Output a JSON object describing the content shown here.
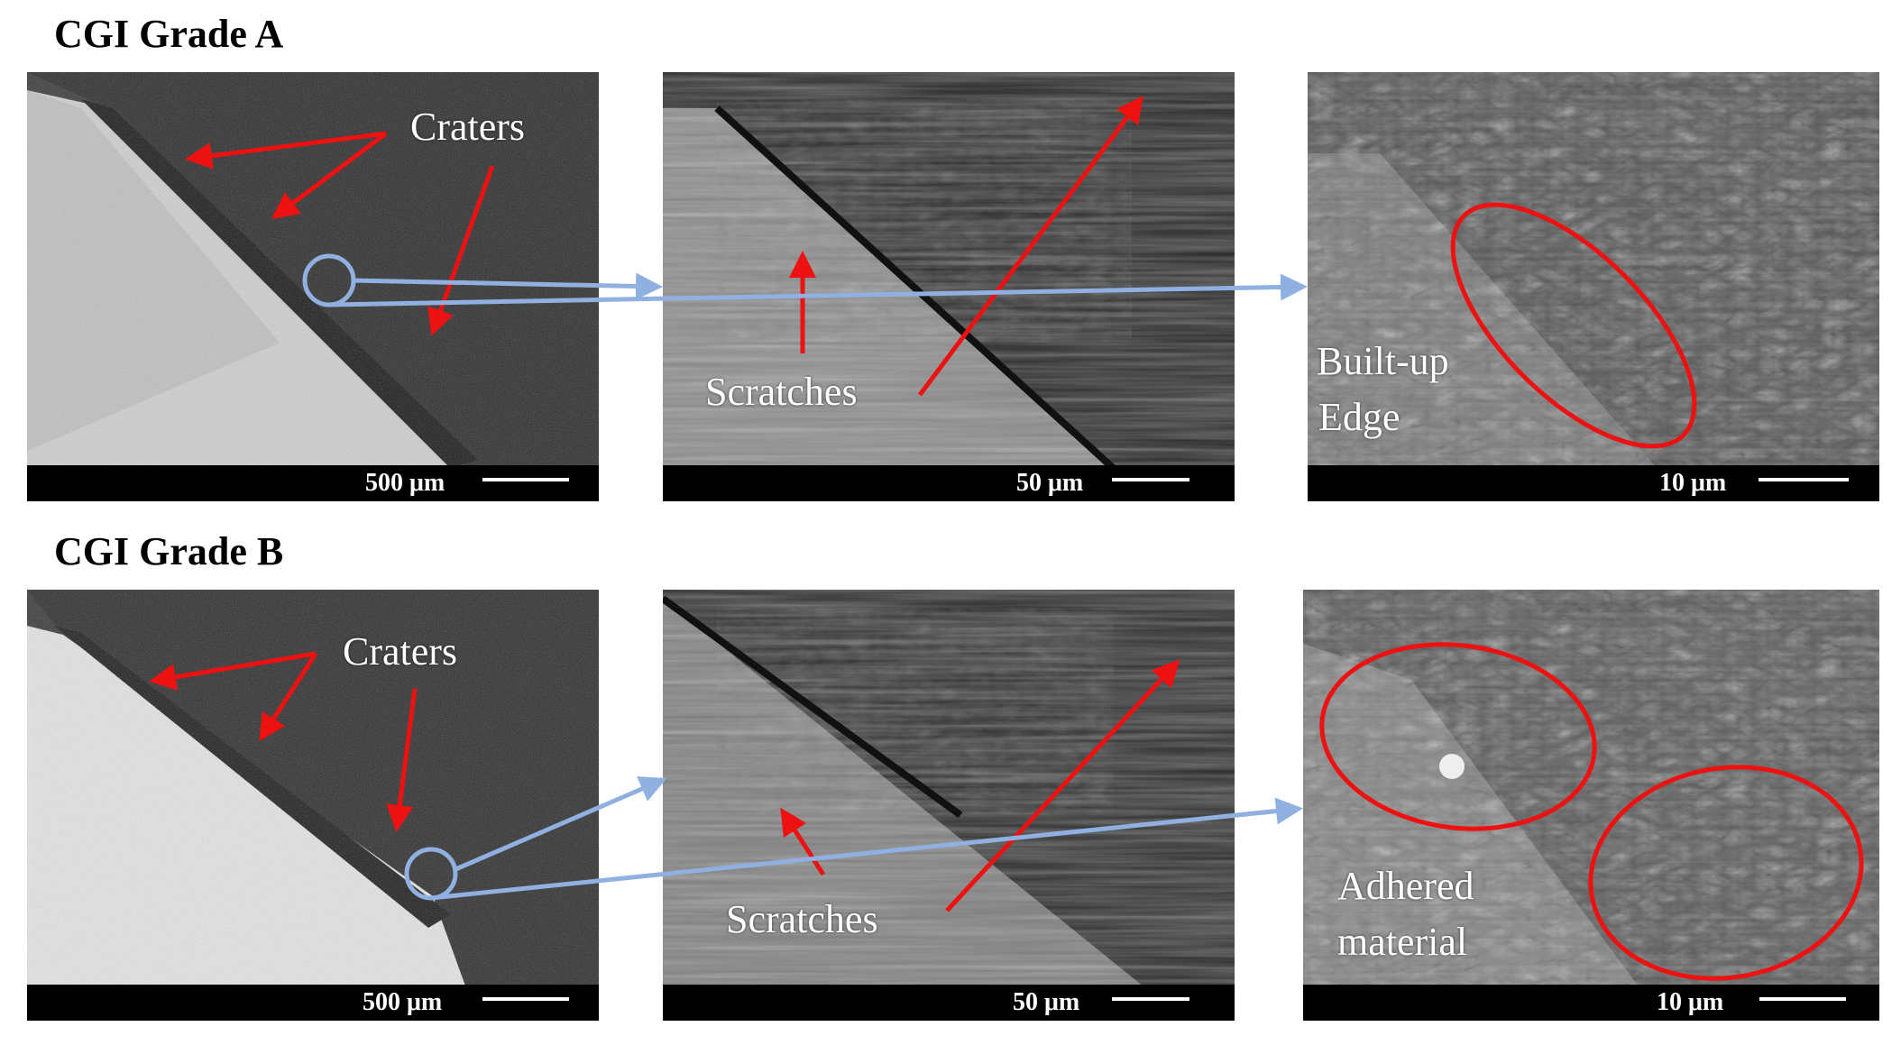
{
  "rows": [
    {
      "title": "CGI Grade A",
      "panels": [
        {
          "scale": "500 μm",
          "label": "Craters"
        },
        {
          "scale": "50 μm",
          "label": "Scratches"
        },
        {
          "scale": "10 μm",
          "label_line1": "Built-up",
          "label_line2": "Edge"
        }
      ]
    },
    {
      "title": "CGI Grade B",
      "panels": [
        {
          "scale": "500 μm",
          "label": "Craters"
        },
        {
          "scale": "50 μm",
          "label": "Scratches"
        },
        {
          "scale": "10 μm",
          "label_line1": "Adhered",
          "label_line2": "material"
        }
      ]
    }
  ],
  "colors": {
    "annotation_arrow": "#ee1111",
    "magnification_link": "#8fb0e0",
    "scalebar": "#000000"
  }
}
